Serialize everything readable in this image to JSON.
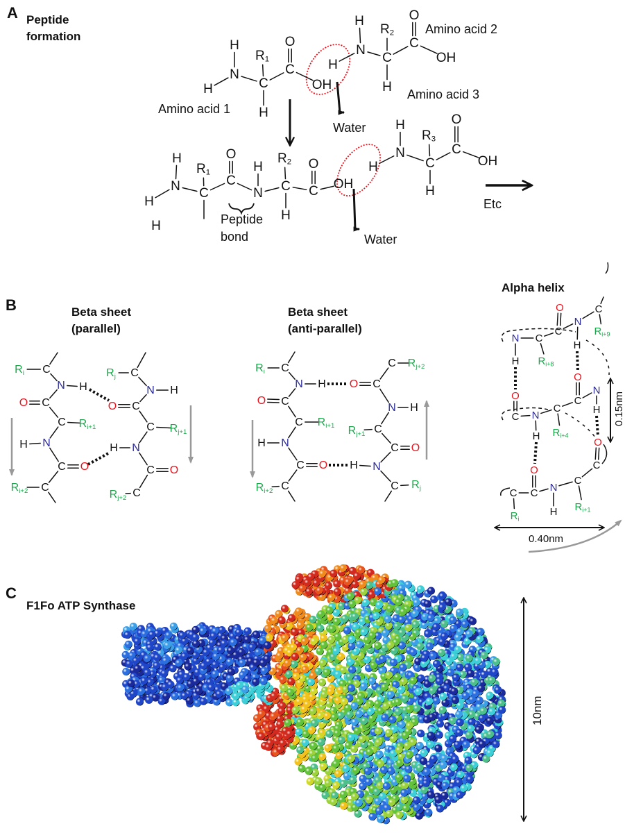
{
  "panel_a": {
    "letter": "A",
    "title_line1": "Peptide",
    "title_line2": "formation",
    "amino_acid_1": "Amino acid 1",
    "amino_acid_2": "Amino acid 2",
    "amino_acid_3": "Amino acid 3",
    "water": "Water",
    "peptide_bond_line1": "Peptide",
    "peptide_bond_line2": "bond",
    "etc": "Etc"
  },
  "panel_b": {
    "letter": "B",
    "parallel_title_line1": "Beta sheet",
    "parallel_title_line2": "(parallel)",
    "antiparallel_title_line1": "Beta sheet",
    "antiparallel_title_line2": "(anti-parallel)",
    "alpha_title": "Alpha helix",
    "width_label": "0.40nm",
    "rise_label": "0.15nm"
  },
  "panel_c": {
    "letter": "C",
    "title": "F1Fo ATP Synthase",
    "scale_label": "10nm"
  },
  "atoms": {
    "H": "H",
    "N": "N",
    "C": "C",
    "O": "O",
    "OH": "OH",
    "R": "R"
  },
  "subscripts": {
    "s1": "1",
    "s2": "2",
    "s3": "3",
    "i": "i",
    "j": "j",
    "i1": "i+1",
    "i2": "i+2",
    "i4": "i+4",
    "i8": "i+8",
    "i9": "i+9",
    "j1": "j+1",
    "j2": "j+2"
  },
  "colors": {
    "black": "#111111",
    "side_chain": "#1aa64a",
    "nitrogen": "#2a2a9a",
    "oxygen": "#e8141e",
    "highlight": "#e8141e",
    "direction_arrow": "#999999"
  }
}
